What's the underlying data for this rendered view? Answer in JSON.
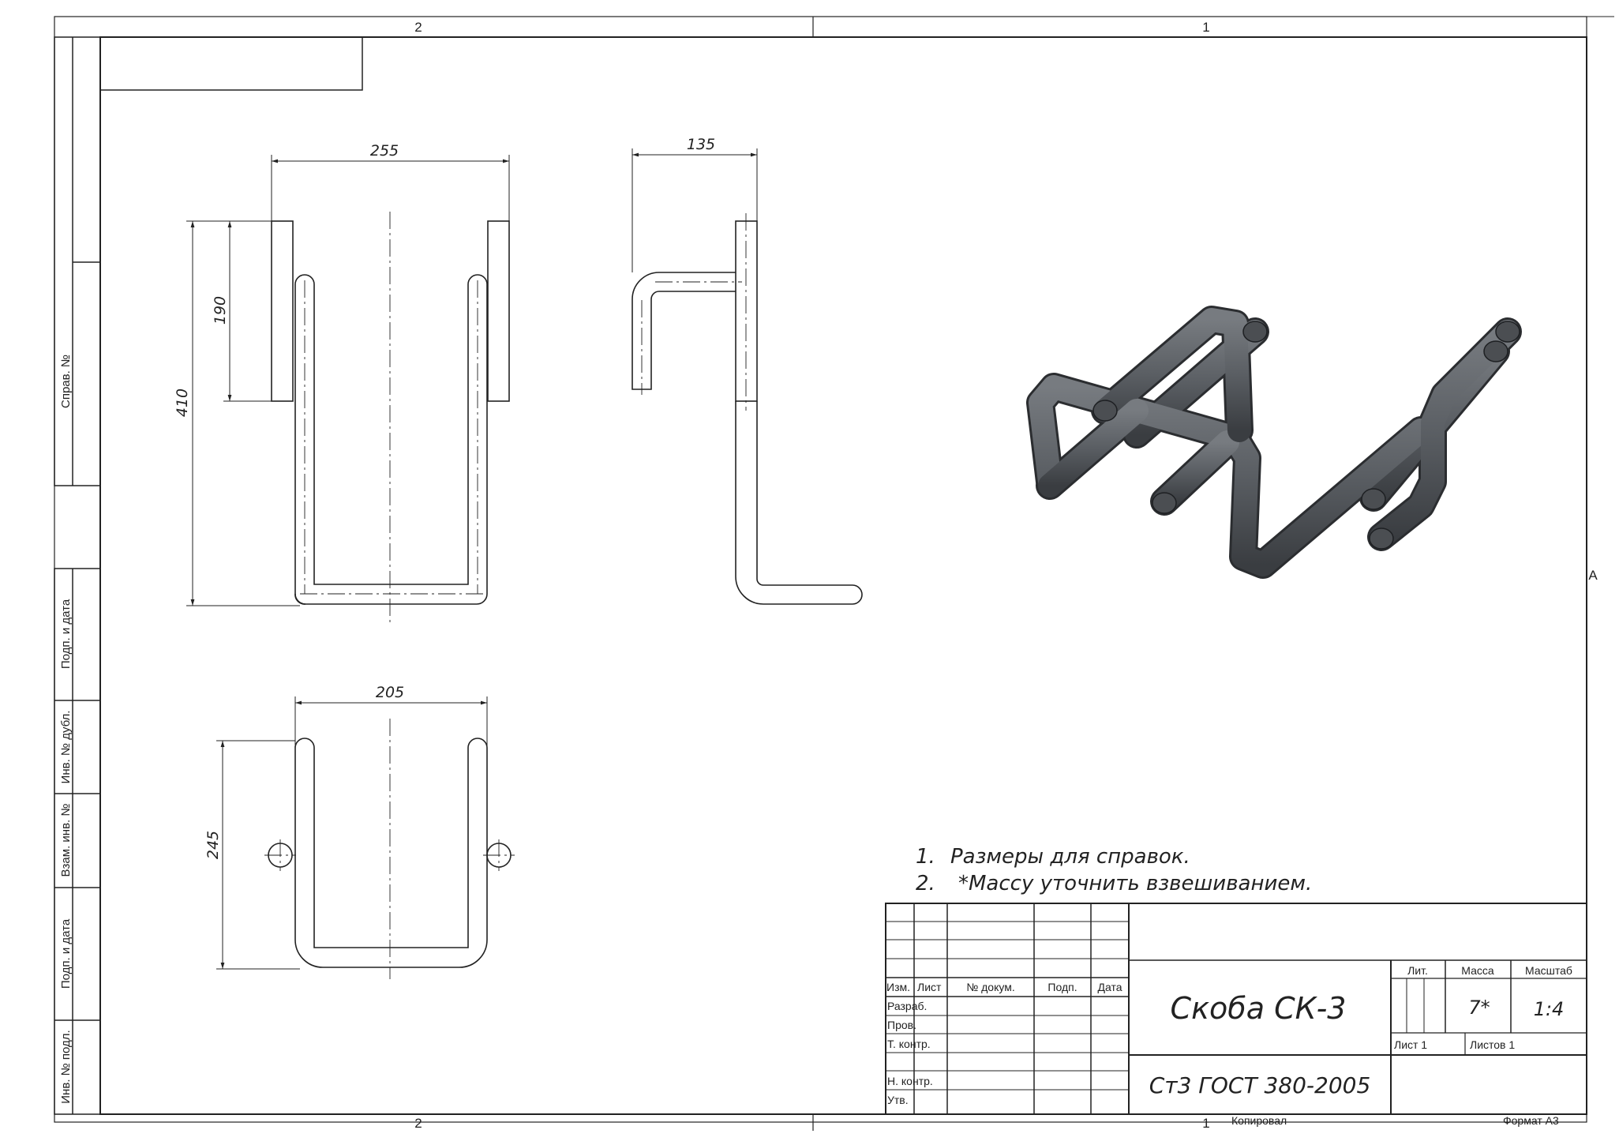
{
  "zone_labels": {
    "top_left": "2",
    "top_right": "1",
    "bottom_left": "2",
    "bottom_right": "1",
    "right_side": "A"
  },
  "side_stamp": {
    "sprav": "Справ. №",
    "podp_data_1": "Подп. и дата",
    "inv_dubl": "Инв. № дубл.",
    "vzam_inv": "Взам. инв. №",
    "podp_data_2": "Подп. и дата",
    "inv_podl": "Инв. № подл."
  },
  "dimensions": {
    "front_width": "255",
    "front_height_total": "410",
    "front_height_upper": "190",
    "side_width": "135",
    "top_width": "205",
    "top_height": "245"
  },
  "notes": [
    {
      "num": "1.",
      "text": "Размеры для справок."
    },
    {
      "num": "2.",
      "text": "*Массу уточнить взвешиванием."
    }
  ],
  "title_block": {
    "headers": {
      "izm": "Изм.",
      "list": "Лист",
      "dokum": "№ докум.",
      "podp": "Подп.",
      "data": "Дата"
    },
    "rows": {
      "razrab": "Разраб.",
      "prov": "Пров.",
      "t_kontr": "Т. контр.",
      "n_kontr": "Н. контр.",
      "utv": "Утв."
    },
    "title": "Скоба СК-3",
    "material": "Ст3 ГОСТ 380-2005",
    "lit_label": "Лит.",
    "massa_label": "Масса",
    "masshtab_label": "Масштаб",
    "massa_value": "7*",
    "masshtab_value": "1:4",
    "sheet_label": "Лист 1",
    "sheets_label": "Листов 1"
  },
  "footer": {
    "copied": "Копировал",
    "format": "Формат A3"
  }
}
